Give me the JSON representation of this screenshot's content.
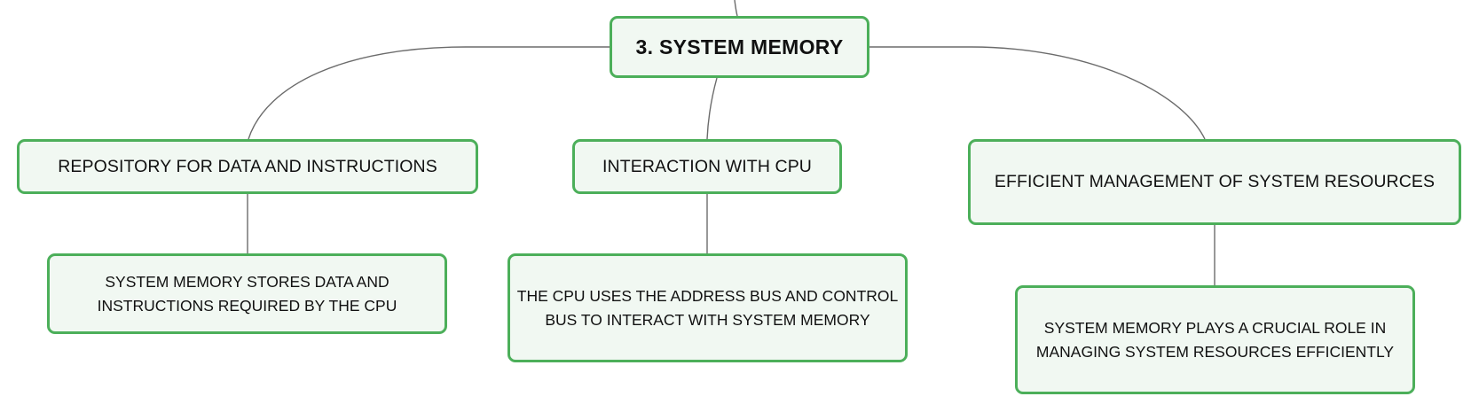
{
  "diagram": {
    "root": {
      "label": "3. SYSTEM MEMORY"
    },
    "branches": [
      {
        "label": "REPOSITORY FOR DATA AND INSTRUCTIONS",
        "detail": "SYSTEM MEMORY STORES DATA AND INSTRUCTIONS REQUIRED BY THE CPU"
      },
      {
        "label": "INTERACTION WITH CPU",
        "detail": "THE CPU USES THE ADDRESS BUS AND CONTROL BUS TO INTERACT WITH SYSTEM MEMORY"
      },
      {
        "label": "EFFICIENT MANAGEMENT OF SYSTEM RESOURCES",
        "detail": "SYSTEM MEMORY PLAYS A CRUCIAL ROLE IN MANAGING SYSTEM RESOURCES EFFICIENTLY"
      }
    ],
    "colors": {
      "node_border": "#4caf5a",
      "node_fill": "#f1f8f2",
      "connector": "#6b6b6b",
      "text": "#111111"
    }
  }
}
